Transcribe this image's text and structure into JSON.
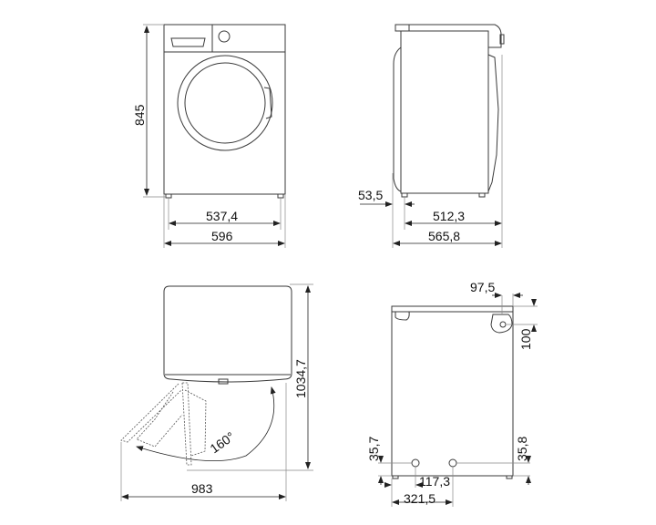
{
  "views": {
    "front": {
      "height": "845",
      "feet_width": "537,4",
      "width": "596"
    },
    "side": {
      "offset": "53,5",
      "depth": "512,3",
      "total_depth": "565,8"
    },
    "top": {
      "total_height_door_open": "1034,7",
      "door_angle": "160°",
      "width_door_open": "983"
    },
    "rear": {
      "inlet_offset_x": "97,5",
      "inlet_offset_y": "100",
      "power_height": "35,7",
      "drain_height": "35,8",
      "drain_offset": "117,3",
      "power_offset": "321,5"
    }
  }
}
